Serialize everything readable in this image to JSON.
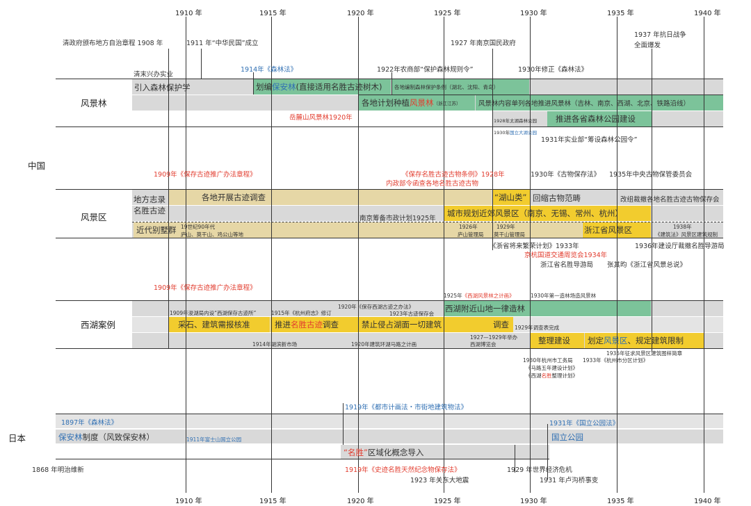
{
  "years": [
    "1910 年",
    "1915 年",
    "1920 年",
    "1925 年",
    "1930 年",
    "1935 年",
    "1940 年"
  ],
  "regions": {
    "china": "中国",
    "japan": "日本"
  },
  "sections": {
    "scenic_forest": "风景林",
    "scenic_area": "风景区",
    "west_lake": "西湖案例"
  },
  "top_events": {
    "e1908": "清政府颁布地方自治章程  1908 年",
    "e1911": "1911 年“中华民国”成立",
    "e1927": "1927 年南京国民政府",
    "e1937a": "1937 年抗日战争",
    "e1937b": "全面爆发",
    "qingmo": "清末兴办实业",
    "e1914": "1914年《森林法》",
    "e1922": "1922年农商部“保护森林规则令”",
    "e1930": "1930年修正《森林法》"
  },
  "forest": {
    "intro": "引入森林保护学",
    "huabian_pre": "划编",
    "huabian_hl": "保安林",
    "huabian_post": "(直接适用名胜古迹树木)",
    "local_rules": "各地编制森林保护条例（湖北、沈阳、青岛）",
    "plant_pre": "各地计划种植",
    "plant_hl": "风景林",
    "plant_post": "（浙江江苏）",
    "content": "风景林内容单列各地推进风景林（吉林、南京、西湖、北京、铁路沿线）",
    "yuelu": "岳麓山风景林1920年",
    "taihu": "1928年太湖森林公园",
    "daming_pre": "1930年",
    "daming_hl": "国立大湖公园",
    "provincial": "推进各省森林公园建设",
    "e1931": "1931年实业部“筹设森林公园令”"
  },
  "area": {
    "e1909": "1909年《保存古迹推广办法章程》",
    "e1928a": "《保存名胜古迹古物条例》1928年",
    "e1928b": "内政部令函查各地名胜古迹古物",
    "e1930": "1930年《古物保存法》",
    "e1935": "1935年中央古物保管委员会",
    "fangzhi": "地方志录",
    "mingsheng": "名胜古迹",
    "survey": "各地开展古迹调查",
    "hushan": "“湖山类”",
    "shrink": "回缩古物范畴",
    "reorg": "改组裁撤各地名胜古迹古物保存会",
    "nanjing": "南京筹备市政计划1925年",
    "urban": "城市规划近郊风景区（南京、无锡、常州、杭州）",
    "villas": "近代别墅群",
    "villas_note1": "19世纪90年代",
    "villas_note2": "庐山、莫干山、鸡公山等地",
    "lushan1": "1926年",
    "lushan2": "庐山管理局",
    "mogan1": "1929年",
    "mogan2": "莫干山管理局",
    "zhejiang": "浙江省风景区",
    "e1938a": "1938年",
    "e1938b": "《建筑法》风景区建筑规制",
    "e1933": "《浙省将来繁荣计划》1933年",
    "e1934": "京杭国道交通周览会1934年",
    "guide": "浙江省名胜导游局",
    "zhang": "张其昀《浙江省风景总说》",
    "e1936": "1936年建设厅裁撤名胜导游局"
  },
  "westlake": {
    "e1909": "1909年《保存古迹推广办法章程》",
    "e1925": "1925年《西湖风景林之计画》",
    "e1930": "1930年第一造林场造风景林",
    "bureau": "1909年浚湖局内设“西湖保存古迹所”",
    "record1915": "1915年《杭州府志》修订",
    "law1920": "1920年《保存西湖古迹之办法》",
    "guard1923": "1923年古迹保存会",
    "afforest": "西湖附近山地一律造林",
    "quarry": "采石、建筑需报核准",
    "promote_pre": "推进",
    "promote_hl": "名胜古迹",
    "promote_post": "调查",
    "ban": "禁止侵占湖面一切建筑",
    "survey": "调查",
    "survey_done": "1929年调查表完成",
    "market": "1914年湖滨新市场",
    "road": "1920年建筑环湖马路之计画",
    "expo1": "1927—1929年举办",
    "expo2": "西湖博览会",
    "rebuild": "整理建设",
    "define_pre": "划定",
    "define_hl": "风景区",
    "define_post": "、规定建筑限制",
    "e1935": "1935年征求风景区建筑图样简章",
    "plan1": "1930年杭州市工务局",
    "plan2": "《马路五年建设计划》",
    "plan3_pre": "《西湖",
    "plan3_hl": "名胜",
    "plan3_post": "整理计划》",
    "e1933": "1933年《杭州市分区计划》"
  },
  "japan": {
    "e1919": "1919年《都市计画法・市街地建筑物法》",
    "e1897": "1897年《森林法》",
    "e1931": "1931年《国立公园法》",
    "baoan_hl": "保安林",
    "baoan_post": "制度（风致保安林）",
    "fuji": "1911年富士山国立公园",
    "national": "国立公园",
    "meisho_hl": "“名胜”",
    "meisho_post": "区域化概念导入",
    "e1868": "1868 年明治维新",
    "e1919b": "1919年《史迹名胜天然纪念物保存法》",
    "e1923": "1923 年关东大地震",
    "e1929": "1929 年世界经济危机",
    "e1931b": "1931 年卢沟桥事变"
  },
  "colors": {
    "green": "#7cc39a",
    "yellow": "#f2cc2e",
    "tan": "#e6d7a6",
    "grey": "#d9d9d9",
    "red": "#e23c2e",
    "blue": "#2f6fb3"
  }
}
